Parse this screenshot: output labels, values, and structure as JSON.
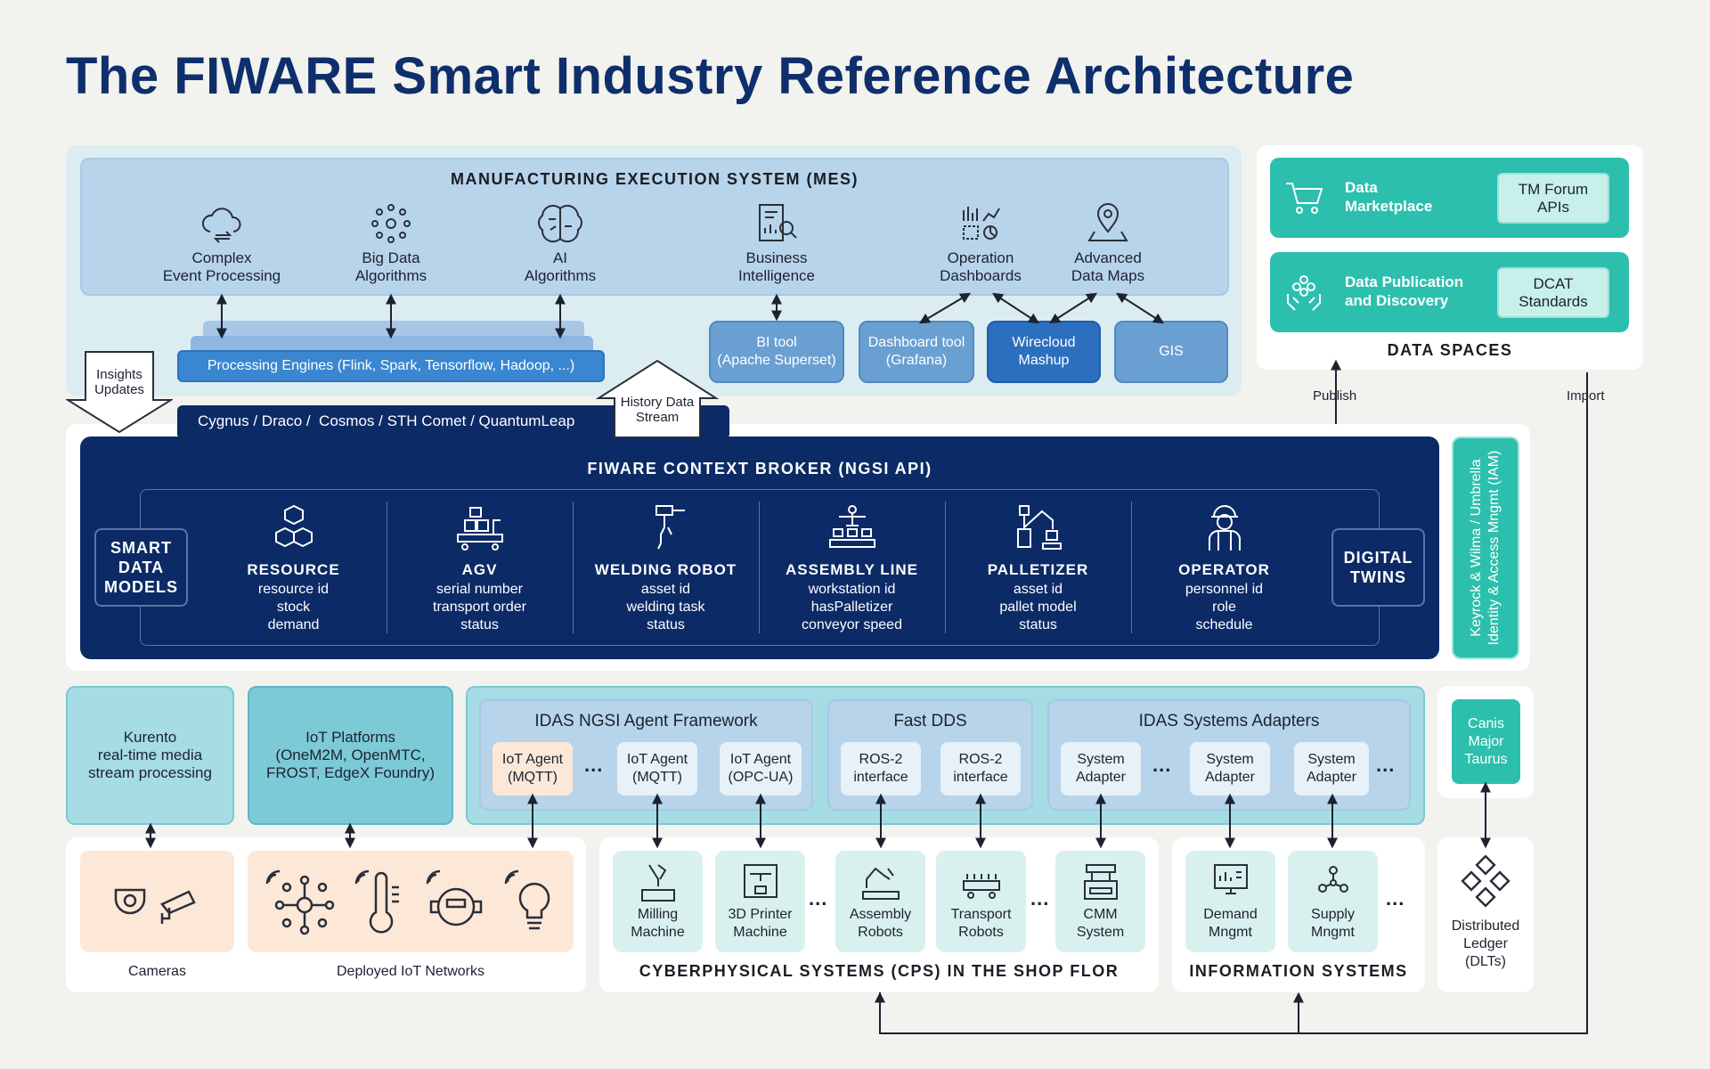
{
  "title": "The FIWARE Smart Industry Reference Architecture",
  "mes": {
    "heading": "MANUFACTURING EXECUTION SYSTEM (MES)",
    "items": [
      {
        "line1": "Complex",
        "line2": "Event Processing",
        "icon": "cloud-sync-icon"
      },
      {
        "line1": "Big Data",
        "line2": "Algorithms",
        "icon": "network-icon"
      },
      {
        "line1": "AI",
        "line2": "Algorithms",
        "icon": "brain-icon"
      },
      {
        "line1": "Business",
        "line2": "Intelligence",
        "icon": "report-icon"
      },
      {
        "line1": "Operation",
        "line2": "Dashboards",
        "icon": "dashboard-icon"
      },
      {
        "line1": "Advanced",
        "line2": "Data Maps",
        "icon": "map-pin-icon"
      }
    ],
    "processing_engines": "Processing Engines (Flink, Spark, Tensorflow, Hadoop, ...)",
    "tools": [
      {
        "line1": "BI tool",
        "line2": "(Apache Superset)"
      },
      {
        "line1": "Dashboard tool",
        "line2": "(Grafana)"
      },
      {
        "line1": "Wirecloud",
        "line2": "Mashup"
      },
      {
        "line1": "GIS",
        "line2": ""
      }
    ]
  },
  "insights": {
    "line1": "Insights",
    "line2": "Updates"
  },
  "history": {
    "line1": "History Data",
    "line2": "Stream"
  },
  "cygnus": "Cygnus / Draco /  Cosmos / STH Comet / QuantumLeap",
  "data_spaces": {
    "heading": "DATA SPACES",
    "marketplace": {
      "line1": "Data",
      "line2": "Marketplace",
      "badge1": "TM Forum",
      "badge2": "APIs"
    },
    "publication": {
      "line1": "Data Publication",
      "line2": "and Discovery",
      "badge1": "DCAT",
      "badge2": "Standards"
    },
    "publish": "Publish",
    "import": "Import"
  },
  "broker": {
    "heading": "FIWARE CONTEXT BROKER (NGSI API)",
    "smart_models": [
      "SMART",
      "DATA",
      "MODELS"
    ],
    "digital_twins": [
      "DIGITAL",
      "TWINS"
    ],
    "entities": [
      {
        "name": "RESOURCE",
        "attrs": [
          "resource id",
          "stock",
          "demand"
        ],
        "icon": "cubes-icon"
      },
      {
        "name": "AGV",
        "attrs": [
          "serial number",
          "transport order",
          "status"
        ],
        "icon": "agv-icon"
      },
      {
        "name": "WELDING ROBOT",
        "attrs": [
          "asset id",
          "welding task",
          "status"
        ],
        "icon": "welding-icon"
      },
      {
        "name": "ASSEMBLY LINE",
        "attrs": [
          "workstation id",
          "hasPalletizer",
          "conveyor speed"
        ],
        "icon": "assembly-icon"
      },
      {
        "name": "PALLETIZER",
        "attrs": [
          "asset id",
          "pallet model",
          "status"
        ],
        "icon": "robot-arm-icon"
      },
      {
        "name": "OPERATOR",
        "attrs": [
          "personnel id",
          "role",
          "schedule"
        ],
        "icon": "worker-icon"
      }
    ]
  },
  "iam": {
    "line1": "Keyrock & Wilma / Umbrella",
    "line2": "Identity & Access Mngmt (IAM)"
  },
  "kurento": {
    "line1": "Kurento",
    "line2": "real-time media",
    "line3": "stream processing"
  },
  "iot_platforms": {
    "line1": "IoT Platforms",
    "line2": "(OneM2M, OpenMTC,",
    "line3": "FROST, EdgeX Foundry)"
  },
  "idas": {
    "heading": "IDAS NGSI Agent Framework",
    "agents": [
      {
        "line1": "IoT Agent",
        "line2": "(MQTT)"
      },
      {
        "line1": "IoT Agent",
        "line2": "(MQTT)"
      },
      {
        "line1": "IoT Agent",
        "line2": "(OPC-UA)"
      }
    ]
  },
  "fastdds": {
    "heading": "Fast DDS",
    "items": [
      {
        "line1": "ROS-2",
        "line2": "interface"
      },
      {
        "line1": "ROS-2",
        "line2": "interface"
      }
    ]
  },
  "adapters": {
    "heading": "IDAS Systems Adapters",
    "items": [
      {
        "line1": "System",
        "line2": "Adapter"
      },
      {
        "line1": "System",
        "line2": "Adapter"
      },
      {
        "line1": "System",
        "line2": "Adapter"
      }
    ]
  },
  "canis": {
    "line1": "Canis",
    "line2": "Major",
    "line3": "Taurus"
  },
  "dots": "...",
  "cameras": "Cameras",
  "iot_networks": "Deployed IoT Networks",
  "cps": {
    "heading": "CYBERPHYSICAL SYSTEMS (CPS) IN THE SHOP FLOR",
    "machines": [
      {
        "line1": "Milling",
        "line2": "Machine"
      },
      {
        "line1": "3D Printer",
        "line2": "Machine"
      },
      {
        "line1": "Assembly",
        "line2": "Robots"
      },
      {
        "line1": "Transport",
        "line2": "Robots"
      },
      {
        "line1": "CMM",
        "line2": "System"
      }
    ]
  },
  "info_systems": {
    "heading": "INFORMATION SYSTEMS",
    "items": [
      {
        "line1": "Demand",
        "line2": "Mngmt"
      },
      {
        "line1": "Supply",
        "line2": "Mngmt"
      }
    ]
  },
  "dlt": {
    "line1": "Distributed",
    "line2": "Ledger",
    "line3": "(DLTs)"
  }
}
